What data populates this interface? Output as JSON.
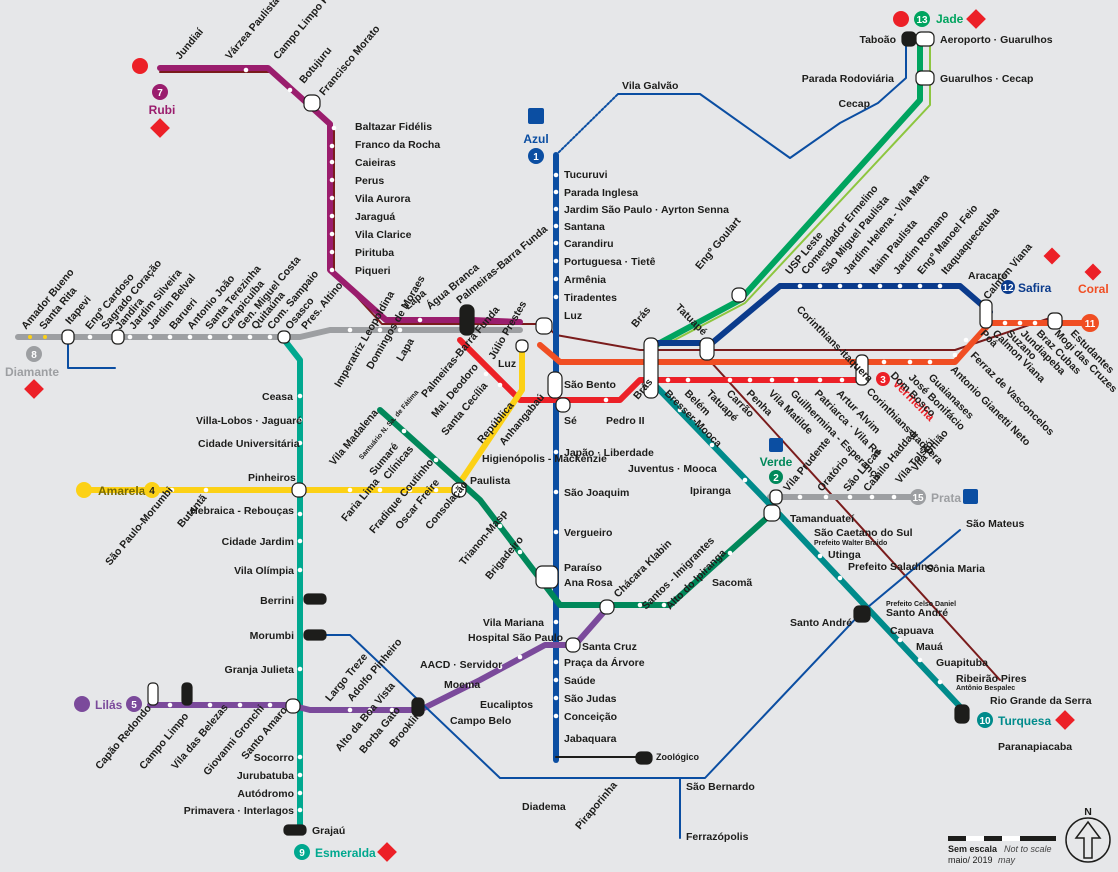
{
  "lines": {
    "rubi": {
      "number": "7",
      "name": "Rubi",
      "color": "#9a1d6d"
    },
    "azul": {
      "number": "1",
      "name": "Azul",
      "color": "#0b4ea2"
    },
    "jade": {
      "number": "13",
      "name": "Jade",
      "color": "#00a45f"
    },
    "diamante": {
      "number": "8",
      "name": "Diamante",
      "color": "#9d9fa2"
    },
    "safira": {
      "number": "12",
      "name": "Safira",
      "color": "#0b3b8c"
    },
    "coral": {
      "number": "11",
      "name": "Coral",
      "color": "#f04e23"
    },
    "vermelha": {
      "number": "3",
      "name": "Vermelha",
      "color": "#ec2027"
    },
    "amarela": {
      "number": "4",
      "name": "Amarela",
      "color": "#fcd116"
    },
    "verde": {
      "number": "2",
      "name": "Verde",
      "color": "#00885a"
    },
    "prata": {
      "number": "15",
      "name": "Prata",
      "color": "#9d9fa2"
    },
    "esmeralda": {
      "number": "9",
      "name": "Esmeralda",
      "color": "#00a88f"
    },
    "lilas": {
      "number": "5",
      "name": "Lilás",
      "color": "#7b4a9b"
    },
    "turquesa": {
      "number": "10",
      "name": "Turquesa",
      "color": "#008b8b"
    },
    "paulista_line": {
      "color": "#7a1c1c"
    }
  },
  "stations": {
    "jundiai": "Jundiaí",
    "varzea_paulista": "Várzea Paulista",
    "campo_limpo_paulista": "Campo Limpo Paulista",
    "botujuru": "Botujuru",
    "francisco_morato": "Francisco Morato",
    "baltazar_fidelis": "Baltazar Fidélis",
    "franco_da_rocha": "Franco da Rocha",
    "caieiras": "Caieiras",
    "perus": "Perus",
    "vila_aurora": "Vila Aurora",
    "jaragua": "Jaraguá",
    "vila_clarice": "Vila Clarice",
    "pirituba": "Pirituba",
    "piqueri": "Piqueri",
    "lapa": "Lapa",
    "agua_branca": "Água Branca",
    "palmeiras_barra_funda": "Palmeiras-Barra Funda",
    "tucuruvi": "Tucuruvi",
    "parada_inglesa": "Parada Inglesa",
    "jardim_sao_paulo": "Jardim São Paulo · Ayrton Senna",
    "santana": "Santana",
    "carandiru": "Carandiru",
    "portuguesa_tiete": "Portuguesa · Tietê",
    "armenia": "Armênia",
    "tiradentes": "Tiradentes",
    "luz": "Luz",
    "sao_bento": "São Bento",
    "se": "Sé",
    "japao_liberdade": "Japão · Liberdade",
    "sao_joaquim": "São Joaquim",
    "vergueiro": "Vergueiro",
    "paraiso": "Paraíso",
    "ana_rosa": "Ana Rosa",
    "vila_mariana": "Vila Mariana",
    "santa_cruz": "Santa Cruz",
    "praca_da_arvore": "Praça da Árvore",
    "saude": "Saúde",
    "sao_judas": "São Judas",
    "conceicao": "Conceição",
    "jabaquara": "Jabaquara",
    "zoologico": "Zoológico",
    "vila_galvao": "Vila Galvão",
    "taboao": "Taboão",
    "aeroporto_guarulhos": "Aeroporto · Guarulhos",
    "parada_rodoviaria": "Parada Rodoviária",
    "guarulhos_cecap": "Guarulhos · Cecap",
    "cecap": "Cecap",
    "amador_bueno": "Amador Bueno",
    "santa_rita": "Santa Rita",
    "itapevi": "Itapevi",
    "eng_cardoso": "Engº Cardoso",
    "sagrado_coracao": "Sagrado Coração",
    "jandira": "Jandira",
    "jardim_silveira": "Jardim Silveira",
    "jardim_belval": "Jardim Belval",
    "barueri": "Barueri",
    "antonio_joao": "Antonio João",
    "santa_terezinha": "Santa Terezinha",
    "carapicuiba": "Carapicuíba",
    "gen_miguel_costa": "Gen. Miguel Costa",
    "quitauna": "Quitaúna",
    "com_sampaio": "Com. Sampaio",
    "osasco": "Osasco",
    "pres_altino": "Pres. Altino",
    "imperatriz_leopoldina": "Imperatriz Leopoldina",
    "domingos_de_moraes": "Domingos de Moraes",
    "lapa8": "Lapa",
    "julio_prestes": "Júlio Prestes",
    "ceasa": "Ceasa",
    "villa_lobos": "Villa-Lobos · Jaguaré",
    "cidade_universitaria": "Cidade Universitária",
    "pinheiros": "Pinheiros",
    "hebraica_reboucas": "Hebraica - Rebouças",
    "cidade_jardim": "Cidade Jardim",
    "vila_olimpia": "Vila Olímpia",
    "berrini": "Berrini",
    "morumbi": "Morumbi",
    "granja_julieta": "Granja Julieta",
    "santo_amaro": "Santo Amaro",
    "socorro": "Socorro",
    "jurubatuba": "Jurubatuba",
    "autodromo": "Autódromo",
    "primavera_interlagos": "Primavera · Interlagos",
    "grajau": "Grajaú",
    "sao_paulo_morumbi": "São Paulo-Morumbi",
    "butanta": "Butantã",
    "faria_lima": "Faria Lima",
    "fradique_coutinho": "Fradique Coutinho",
    "oscar_freire": "Oscar Freire",
    "clinicas": "Clínicas",
    "consolacao": "Consolação",
    "paulista": "Paulista",
    "higienopolis": "Higienópolis - Mackenzie",
    "republica": "República",
    "anhangabau": "Anhangabaú",
    "santa_cecilia": "Santa Cecília",
    "mal_deodoro": "Mal. Deodoro",
    "palmeiras_barra_funda2": "Palmeiras-Barra Funda",
    "vila_madalena": "Vila Madalena",
    "sumare": "Sumaré",
    "santuario": "Santuário N. Sa. de Fátima",
    "trianon_masp": "Trianon-Masp",
    "brigadeiro": "Brigadeiro",
    "chacara_klabin": "Chácara Klabin",
    "santos_imigrantes": "Santos - Imigrantes",
    "alto_do_ipiranga": "Alto do Ipiranga",
    "sacoma": "Sacomã",
    "tamanduatei": "Tamanduateí",
    "vila_prudente": "Vila Prudente",
    "oratorio": "Oratório",
    "sao_lucas": "São Lucas",
    "camilo_haddad": "Camilo Haddad",
    "vila_tolstoi": "Vila Tolstói",
    "vila_uniao": "Vila União",
    "capao_redondo": "Capão Redondo",
    "campo_limpo": "Campo Limpo",
    "vila_das_belezas": "Vila das Belezas",
    "giovanni_gronchi": "Giovanni Gronchi",
    "largo_treze": "Largo Treze",
    "adolfo_pinheiro": "Adolfo Pinheiro",
    "alto_da_boa_vista": "Alto da Boa Vista",
    "borba_gato": "Borba Gato",
    "brooklin": "Brooklin",
    "campo_belo": "Campo Belo",
    "eucaliptos": "Eucaliptos",
    "moema": "Moema",
    "aacd_servidor": "AACD · Servidor",
    "hospital_sao_paulo": "Hospital São Paulo",
    "bras": "Brás",
    "bresser_mooca": "Bresser-Mooca",
    "belem": "Belém",
    "tatuape": "Tatuapé",
    "carrao": "Carrão",
    "penha": "Penha",
    "vila_matilde": "Vila Matilde",
    "guilhermina": "Guilhermina - Esperança",
    "patriarca": "Patriarca · Vila Ré",
    "artur_alvim": "Artur Alvim",
    "corinthians_itaquera": "Corinthians-Itaquera",
    "pedro_ii": "Pedro II",
    "juventus_mooca": "Juventus · Mooca",
    "ipiranga": "Ipiranga",
    "sao_caetano": "São Caetano do Sul",
    "sao_caetano_sub": "Prefeito Walter Braido",
    "utinga": "Utinga",
    "prefeito_saladino": "Prefeito Saladino",
    "santo_andre": "Santo André",
    "santo_andre_sub": "Prefeito Celso Daniel",
    "capuava": "Capuava",
    "maua": "Mauá",
    "guapituba": "Guapituba",
    "ribeirao_pires": "Ribeirão Pires",
    "ribeirao_pires_sub": "Antônio Bespalec",
    "rio_grande_da_serra": "Rio Grande da Serra",
    "paranapiacaba": "Paranapiacaba",
    "sao_mateus": "São Mateus",
    "sonia_maria": "Sônia Maria",
    "santo_andre_b": "Santo André",
    "sao_bernardo": "São Bernardo",
    "ferrazopolis": "Ferrazópolis",
    "diadema": "Diadema",
    "piraporinha": "Piraporinha",
    "eng_goulart": "Engº Goulart",
    "usp_leste": "USP Leste",
    "comendador_ermelino": "Comendador Ermelino",
    "sao_miguel_paulista": "São Miguel Paulista",
    "jardim_helena": "Jardim Helena - Vila Mara",
    "itaim_paulista": "Itaim Paulista",
    "jardim_romano": "Jardim Romano",
    "eng_manoel_feio": "Engº Manoel Feio",
    "itaquaquecetuba": "Itaquaquecetuba",
    "aracare": "Aracaré",
    "calmon_viana": "Calmon Viana",
    "corinthians_itaquera11": "Corinthians-Itaquera",
    "dom_bosco": "Dom Bosco",
    "jose_bonifacio": "José Bonifácio",
    "guaianases": "Guaianases",
    "antonio_gianetti": "Antonio Gianetti Neto",
    "ferraz": "Ferraz de Vasconcelos",
    "poa": "Poá",
    "calmon_viana2": "Calmon Viana",
    "suzano": "Suzano",
    "jundiapeba": "Jundiapeba",
    "braz_cubas": "Braz Cubas",
    "mogi_das_cruzes": "Mogi das Cruzes",
    "estudantes": "Estudantes",
    "luz2": "Luz",
    "bras2": "Brás"
  },
  "legend": {
    "sem_escala": "Sem escala",
    "not_to_scale": "Not to scale",
    "date": "maio/ 2019",
    "date_en": "may",
    "north": "N"
  }
}
